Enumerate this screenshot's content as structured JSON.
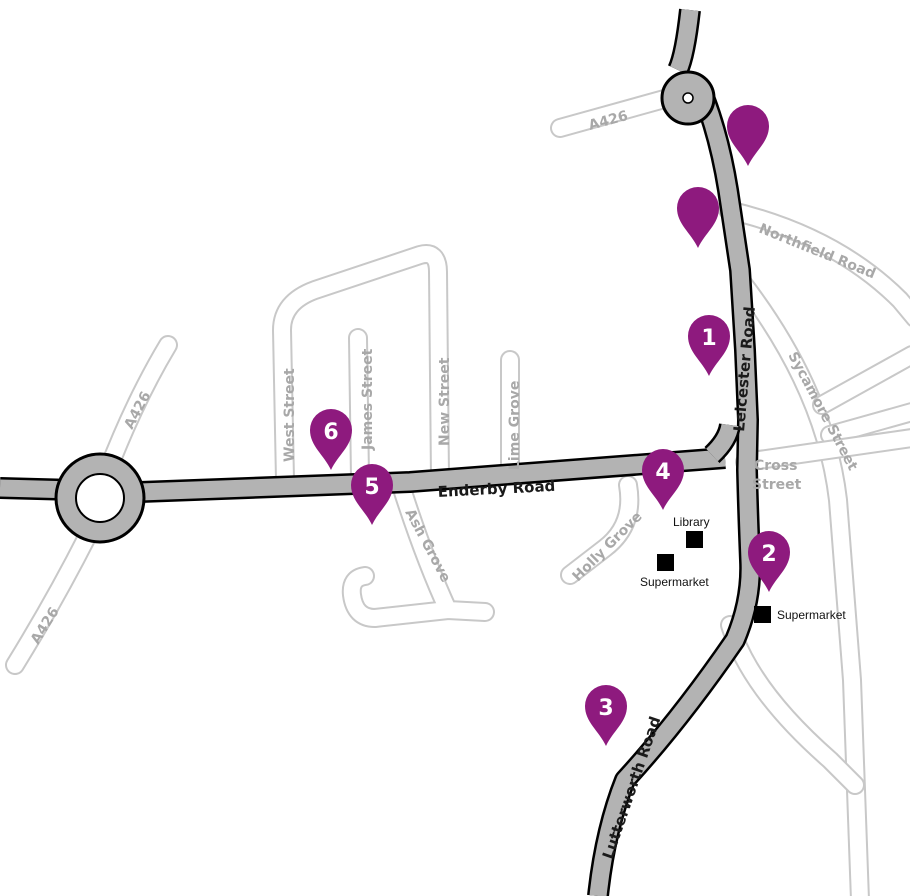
{
  "colors": {
    "pin": "#8e1a7e",
    "main_road_fill": "#b3b3b3",
    "main_road_edge": "#000000",
    "side_road_fill": "#ffffff",
    "side_road_edge": "#c8c8c8",
    "side_label": "#a8a8a8"
  },
  "roads": {
    "main": {
      "leicester": "Leicester Road",
      "enderby": "Enderby Road",
      "lutterworth": "Lutterworth Road"
    },
    "side": {
      "a426_north": "A426",
      "a426_west": "A426",
      "a426_southwest": "A426",
      "northfield": "Northfield Road",
      "sycamore": "Sycamore Street",
      "cross_line1": "Cross",
      "cross_line2": "Street",
      "west": "West Street",
      "james": "James Street",
      "new": "New Street",
      "lime": "Lime Grove",
      "ash": "Ash Grove",
      "holly": "Holly Grove"
    }
  },
  "places": {
    "library": "Library",
    "supermarket_west": "Supermarket",
    "supermarket_east": "Supermarket"
  },
  "markers": [
    "1",
    "2",
    "3",
    "4",
    "5",
    "6"
  ],
  "icons": {
    "pin": "map-pin-icon",
    "building": "square-building-icon"
  }
}
